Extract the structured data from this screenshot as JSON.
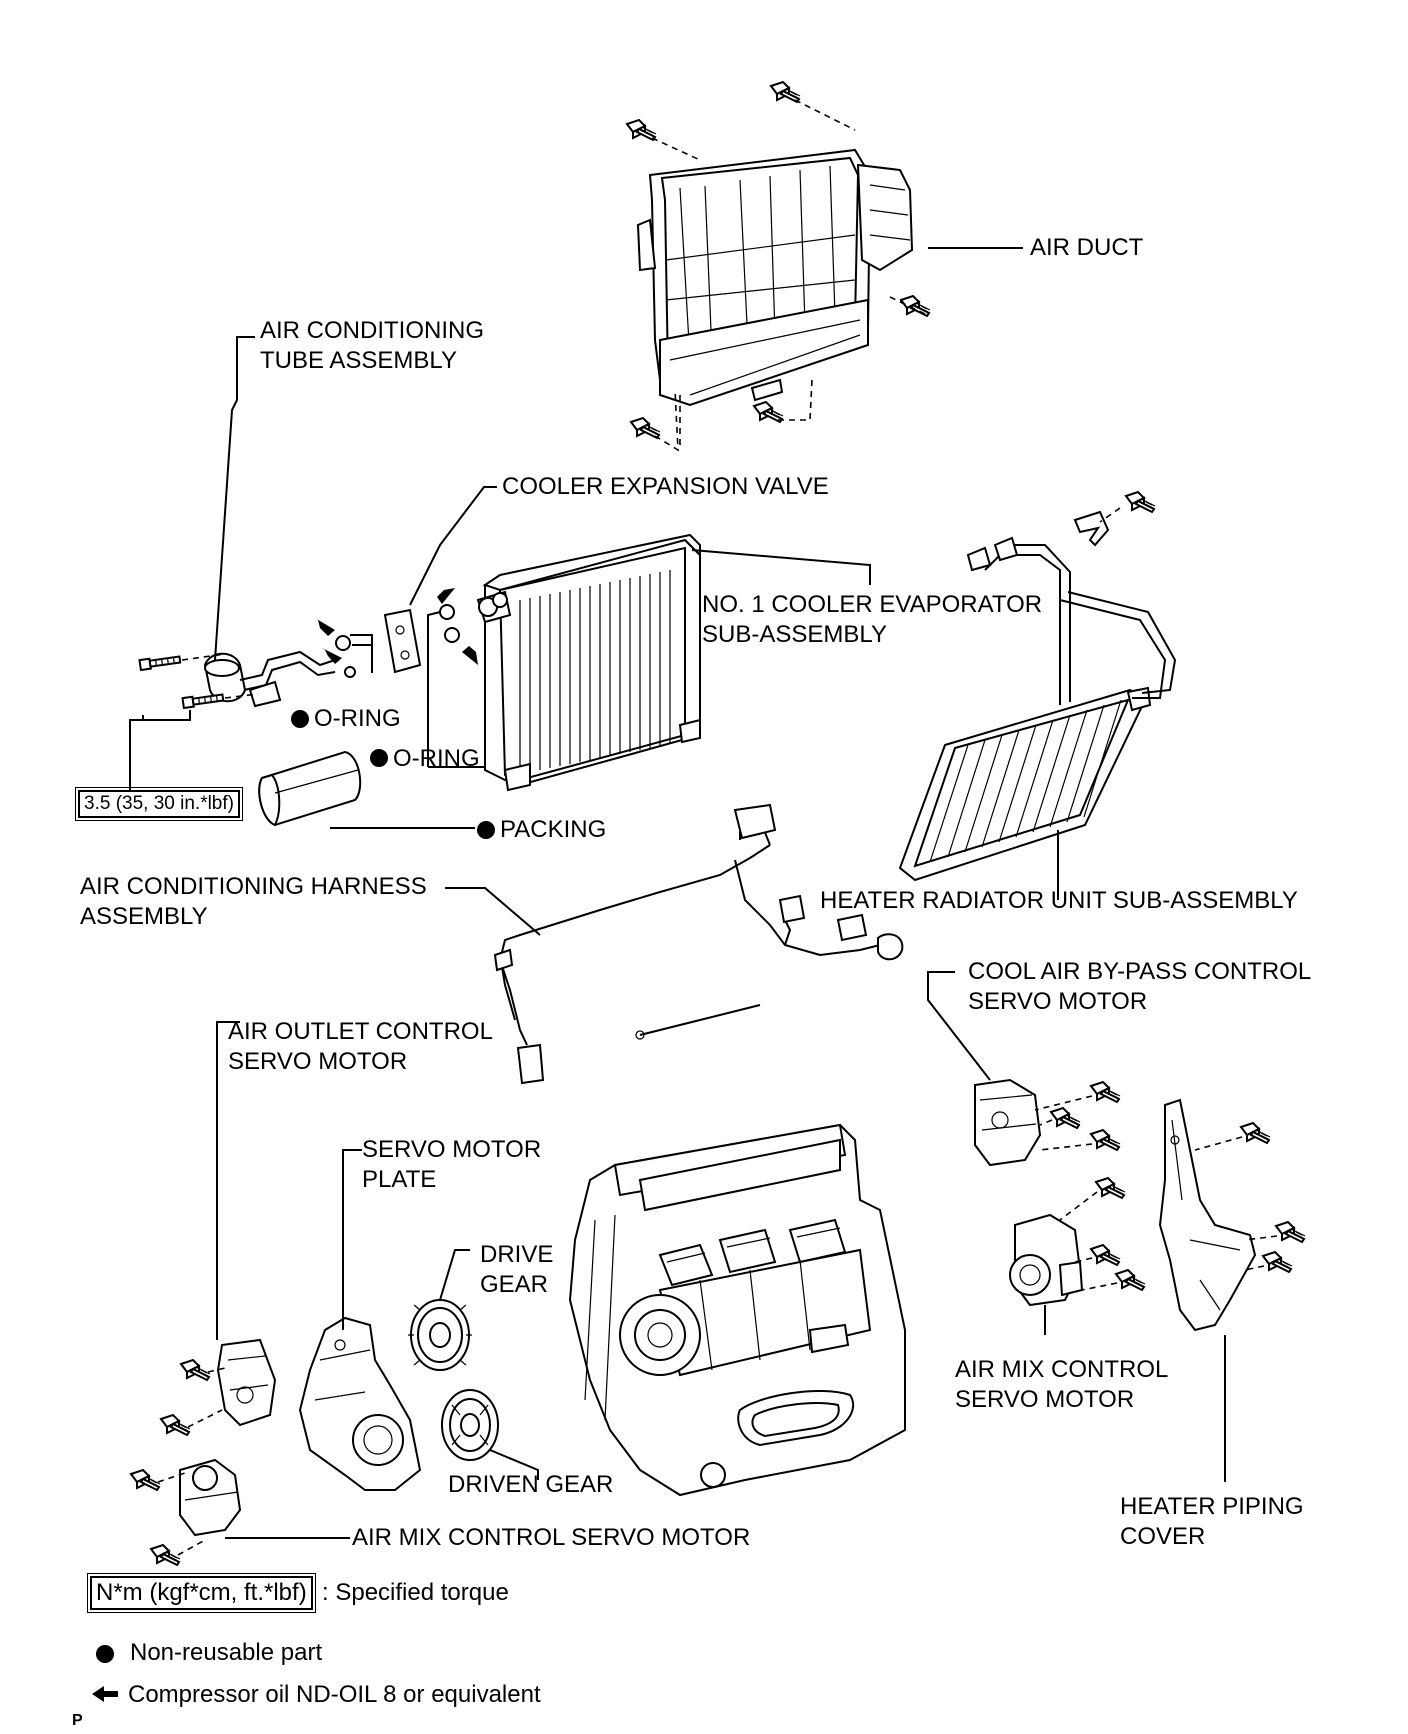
{
  "labels": {
    "air_duct": "AIR DUCT",
    "ac_tube_1": "AIR CONDITIONING",
    "ac_tube_2": "TUBE ASSEMBLY",
    "cooler_expansion_valve": "COOLER EXPANSION VALVE",
    "evaporator_1": "NO. 1 COOLER EVAPORATOR",
    "evaporator_2": "SUB-ASSEMBLY",
    "o_ring_1": "O-RING",
    "o_ring_2": "O-RING",
    "torque_value": "3.5 (35, 30 in.*lbf)",
    "packing": "PACKING",
    "harness_1": "AIR CONDITIONING HARNESS",
    "harness_2": "ASSEMBLY",
    "heater_radiator": "HEATER RADIATOR UNIT SUB-ASSEMBLY",
    "cool_air_bypass_1": "COOL AIR BY-PASS CONTROL",
    "cool_air_bypass_2": "SERVO MOTOR",
    "air_outlet_1": "AIR OUTLET CONTROL",
    "air_outlet_2": "SERVO MOTOR",
    "servo_plate_1": "SERVO MOTOR",
    "servo_plate_2": "PLATE",
    "drive_gear_1": "DRIVE",
    "drive_gear_2": "GEAR",
    "air_mix_right_1": "AIR MIX CONTROL",
    "air_mix_right_2": "SERVO MOTOR",
    "driven_gear": "DRIVEN GEAR",
    "heater_piping_1": "HEATER PIPING",
    "heater_piping_2": "COVER",
    "air_mix_left": "AIR MIX CONTROL SERVO MOTOR"
  },
  "legend": {
    "torque_unit": "N*m (kgf*cm, ft.*lbf)",
    "torque_desc": ": Specified torque",
    "nonreusable_desc": "Non-reusable part",
    "oil_desc": "Compressor oil ND-OIL 8 or equivalent"
  },
  "page_code": "P",
  "icons": [
    "non-reusable-dot-icon",
    "compressor-oil-arrow-icon",
    "bolt-icon",
    "screw-icon"
  ]
}
